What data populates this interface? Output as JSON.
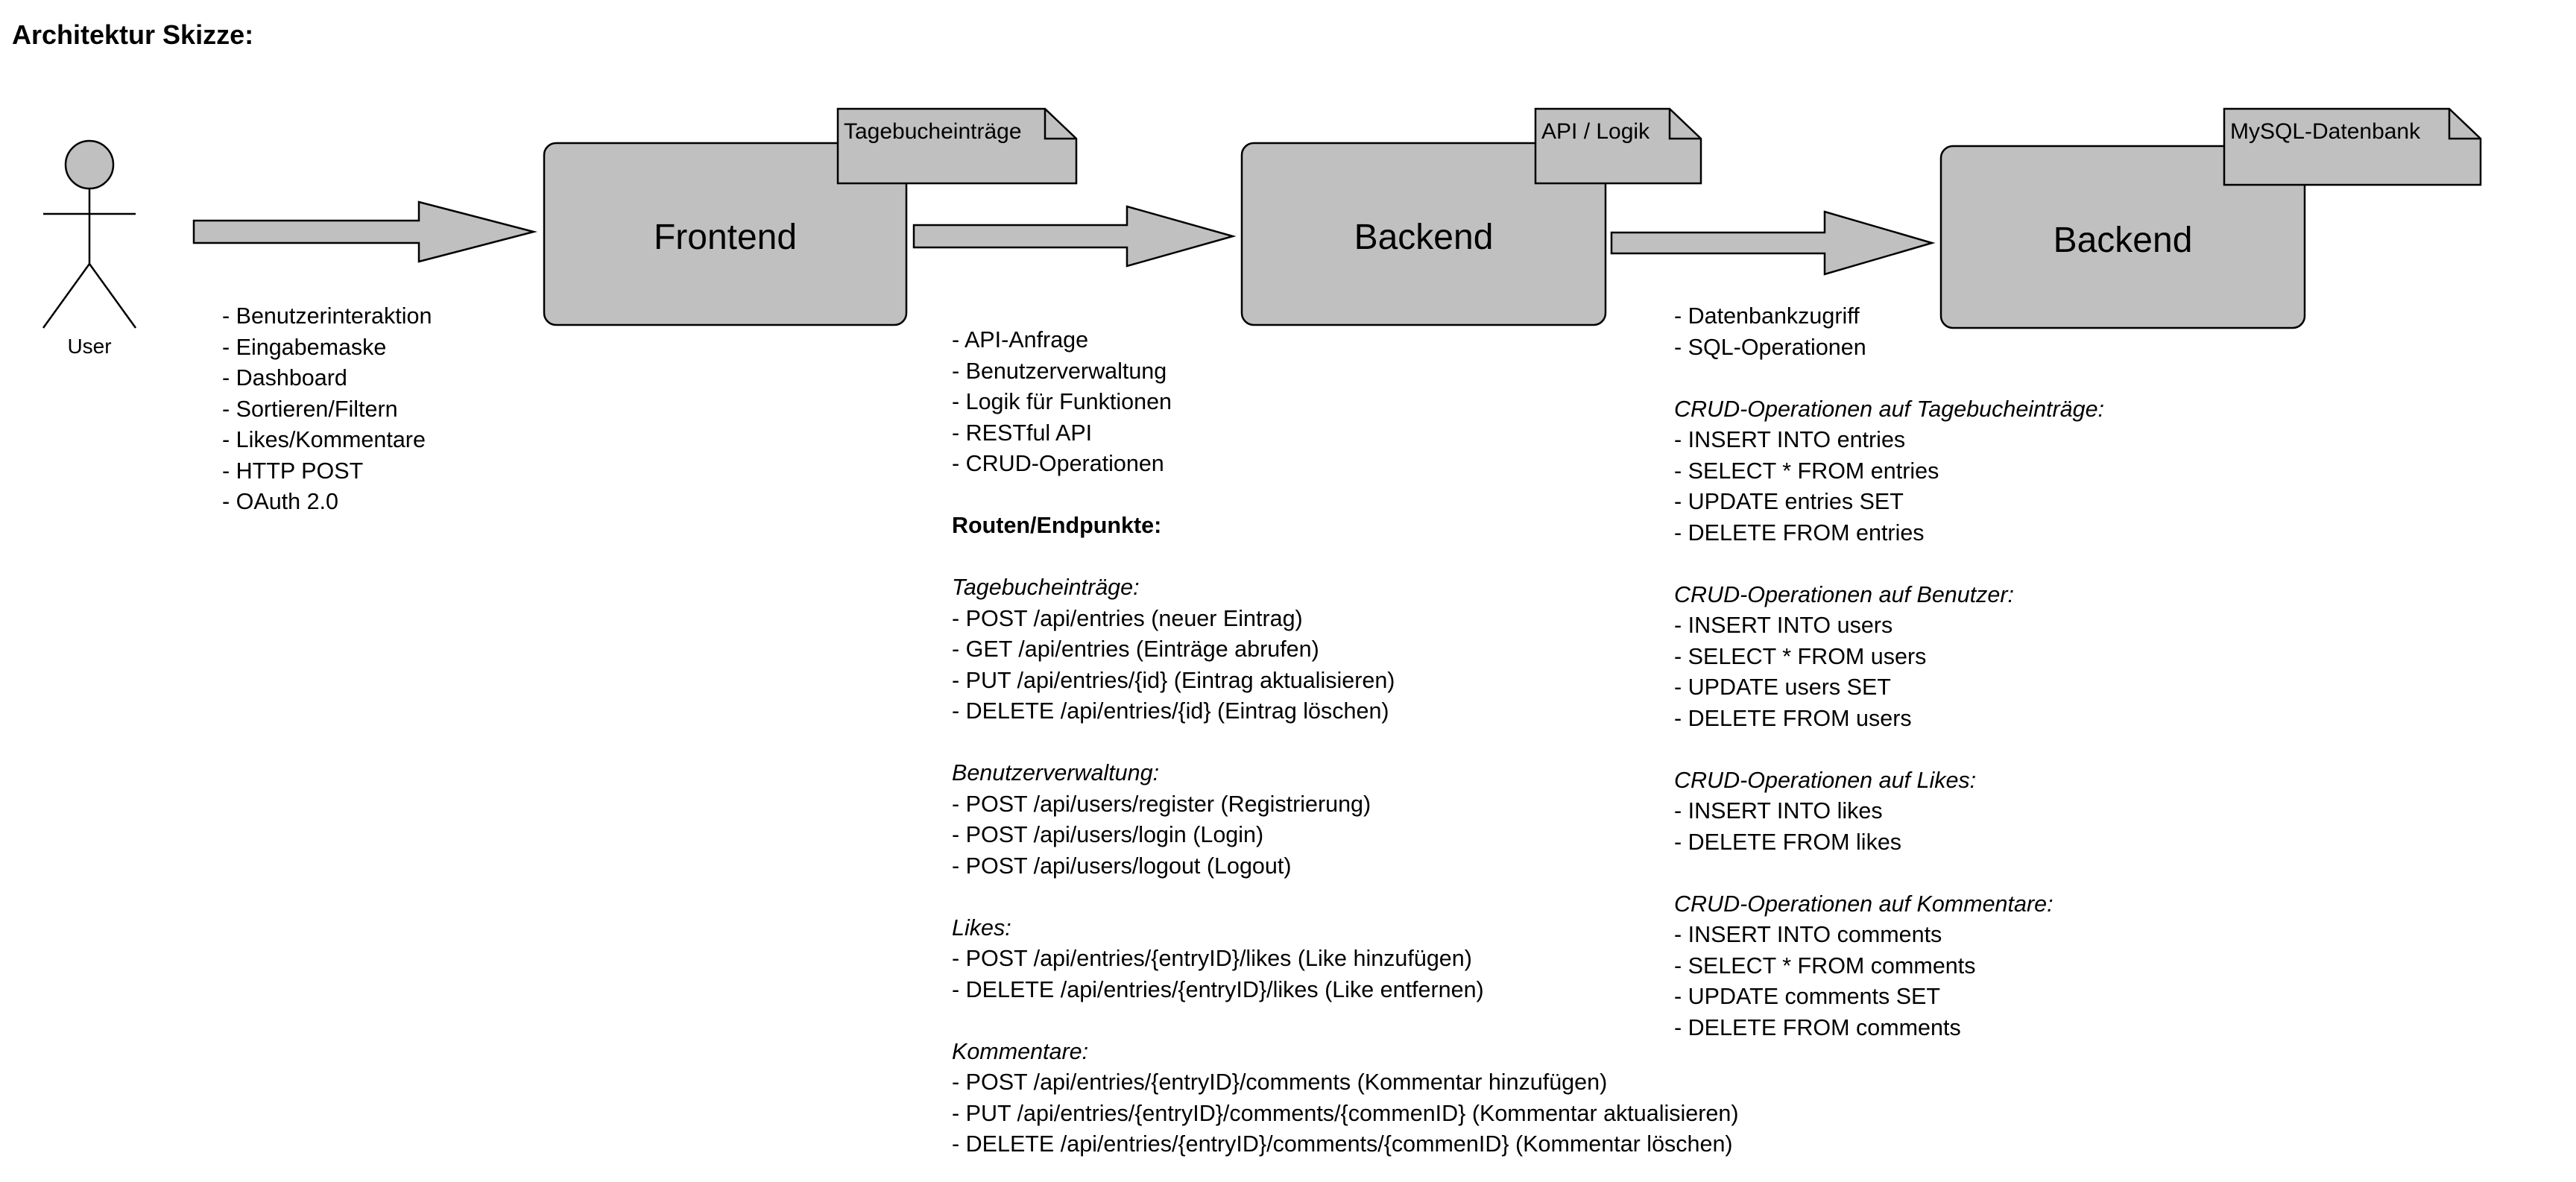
{
  "title": "Architektur Skizze:",
  "actor": {
    "label": "User"
  },
  "boxes": [
    {
      "label": "Frontend",
      "note": "Tagebucheinträge"
    },
    {
      "label": "Backend",
      "note": "API / Logik"
    },
    {
      "label": "Backend",
      "note": "MySQL-Datenbank"
    }
  ],
  "colors": {
    "box_fill": "#c0c0c0",
    "stroke": "#000000",
    "background": "#ffffff"
  },
  "frontend_list": [
    "- Benutzerinteraktion",
    "- Eingabemaske",
    "- Dashboard",
    "- Sortieren/Filtern",
    "- Likes/Kommentare",
    "- HTTP POST",
    "- OAuth 2.0"
  ],
  "backend_list": [
    {
      "text": "- API-Anfrage"
    },
    {
      "text": "- Benutzerverwaltung"
    },
    {
      "text": "- Logik für Funktionen"
    },
    {
      "text": "- RESTful API"
    },
    {
      "text": "- CRUD-Operationen"
    },
    {
      "text": ""
    },
    {
      "text": "Routen/Endpunkte:",
      "style": "bold"
    },
    {
      "text": ""
    },
    {
      "text": "Tagebucheinträge:",
      "style": "italic"
    },
    {
      "text": "- POST /api/entries (neuer Eintrag)"
    },
    {
      "text": "- GET /api/entries (Einträge abrufen)"
    },
    {
      "text": "- PUT /api/entries/{id} (Eintrag aktualisieren)"
    },
    {
      "text": "- DELETE /api/entries/{id} (Eintrag löschen)"
    },
    {
      "text": ""
    },
    {
      "text": "Benutzerverwaltung:",
      "style": "italic"
    },
    {
      "text": "- POST /api/users/register (Registrierung)"
    },
    {
      "text": "- POST /api/users/login (Login)"
    },
    {
      "text": "- POST /api/users/logout (Logout)"
    },
    {
      "text": ""
    },
    {
      "text": "Likes:",
      "style": "italic"
    },
    {
      "text": "- POST /api/entries/{entryID}/likes (Like hinzufügen)"
    },
    {
      "text": "- DELETE /api/entries/{entryID}/likes (Like entfernen)"
    },
    {
      "text": ""
    },
    {
      "text": "Kommentare:",
      "style": "italic"
    },
    {
      "text": "- POST /api/entries/{entryID}/comments (Kommentar hinzufügen)"
    },
    {
      "text": "- PUT /api/entries/{entryID}/comments/{commenID} (Kommentar aktualisieren)"
    },
    {
      "text": "- DELETE /api/entries/{entryID}/comments/{commenID} (Kommentar löschen)"
    }
  ],
  "db_list": [
    {
      "text": "- Datenbankzugriff"
    },
    {
      "text": "- SQL-Operationen"
    },
    {
      "text": ""
    },
    {
      "text": "CRUD-Operationen auf Tagebucheinträge:",
      "style": "italic"
    },
    {
      "text": "- INSERT INTO entries"
    },
    {
      "text": "- SELECT * FROM entries"
    },
    {
      "text": "- UPDATE entries SET"
    },
    {
      "text": "- DELETE FROM entries"
    },
    {
      "text": ""
    },
    {
      "text": "CRUD-Operationen auf Benutzer:",
      "style": "italic"
    },
    {
      "text": "- INSERT INTO users"
    },
    {
      "text": "- SELECT * FROM users"
    },
    {
      "text": "- UPDATE users SET"
    },
    {
      "text": "- DELETE FROM users"
    },
    {
      "text": ""
    },
    {
      "text": "CRUD-Operationen auf Likes:",
      "style": "italic"
    },
    {
      "text": "- INSERT INTO likes"
    },
    {
      "text": "- DELETE FROM likes"
    },
    {
      "text": ""
    },
    {
      "text": "CRUD-Operationen auf Kommentare:",
      "style": "italic"
    },
    {
      "text": "- INSERT INTO comments"
    },
    {
      "text": "- SELECT * FROM comments"
    },
    {
      "text": "- UPDATE comments SET"
    },
    {
      "text": "- DELETE FROM comments"
    }
  ]
}
